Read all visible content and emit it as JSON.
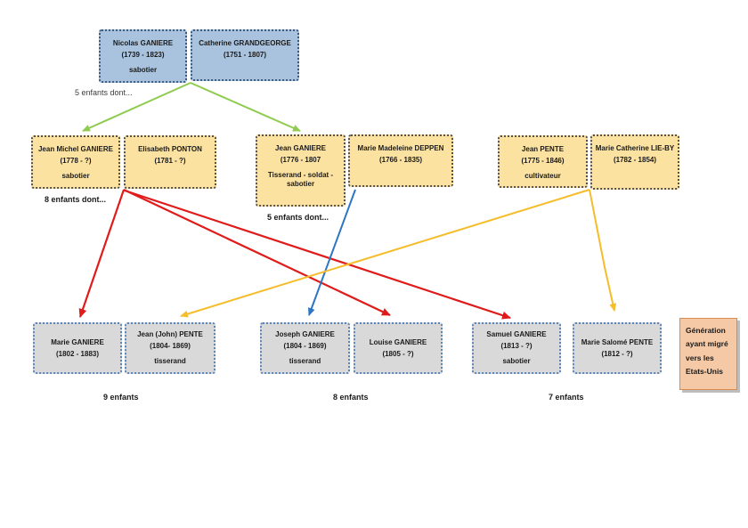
{
  "diagram": {
    "generation1": {
      "father": {
        "name": "Nicolas GANIERE",
        "dates": "(1739 - 1823)",
        "occupation": "sabotier"
      },
      "mother": {
        "name": "Catherine GRANDGEORGE",
        "dates": "(1751 - 1807)"
      },
      "children_label": "5 enfants dont..."
    },
    "generation2": {
      "couple1": {
        "husband": {
          "name": "Jean Michel GANIERE",
          "dates": "(1778 - ?)",
          "occupation": "sabotier"
        },
        "wife": {
          "name": "Elisabeth PONTON",
          "dates": "(1781 - ?)"
        },
        "children_label": "8 enfants dont..."
      },
      "couple2": {
        "husband": {
          "name": "Jean GANIERE",
          "dates": "(1776 - 1807",
          "occupation": "Tisserand - soldat - sabotier"
        },
        "wife": {
          "name": "Marie Madeleine DEPPEN",
          "dates": "(1766 - 1835)"
        },
        "children_label": "5 enfants dont..."
      },
      "couple3": {
        "husband": {
          "name": "Jean PENTE",
          "dates": "(1775 - 1846)",
          "occupation": "cultivateur"
        },
        "wife": {
          "name": "Marie Catherine LIE-BY",
          "dates": "(1782 - 1854)"
        }
      }
    },
    "generation3": {
      "group1": {
        "person1": {
          "name": "Marie GANIERE",
          "dates": "(1802 - 1883)"
        },
        "person2": {
          "name": "Jean (John) PENTE",
          "dates": "(1804- 1869)",
          "occupation": "tisserand"
        },
        "count_label": "9 enfants"
      },
      "group2": {
        "person1": {
          "name": "Joseph GANIERE",
          "dates": "(1804 - 1869)",
          "occupation": "tisserand"
        },
        "person2": {
          "name": "Louise GANIERE",
          "dates": "(1805 - ?)"
        },
        "count_label": "8 enfants"
      },
      "group3": {
        "person1": {
          "name": "Samuel GANIERE",
          "dates": "(1813 - ?)",
          "occupation": "sabotier"
        },
        "person2": {
          "name": "Marie Salomé PENTE",
          "dates": "(1812 - ?)"
        },
        "count_label": "7 enfants"
      }
    },
    "legend": {
      "migration_note": "Génération ayant migré vers les Etats-Unis"
    }
  },
  "colors": {
    "arrow_green": "#8ecb4f",
    "arrow_red": "#e01b1b",
    "arrow_blue": "#2e75c3",
    "arrow_yellow": "#f5bd2a",
    "gen1_fill": "#a9c3df",
    "gen2_fill": "#fbe2a0",
    "gen3_fill": "#d9d9d9",
    "note_fill": "#f6c9a6"
  }
}
